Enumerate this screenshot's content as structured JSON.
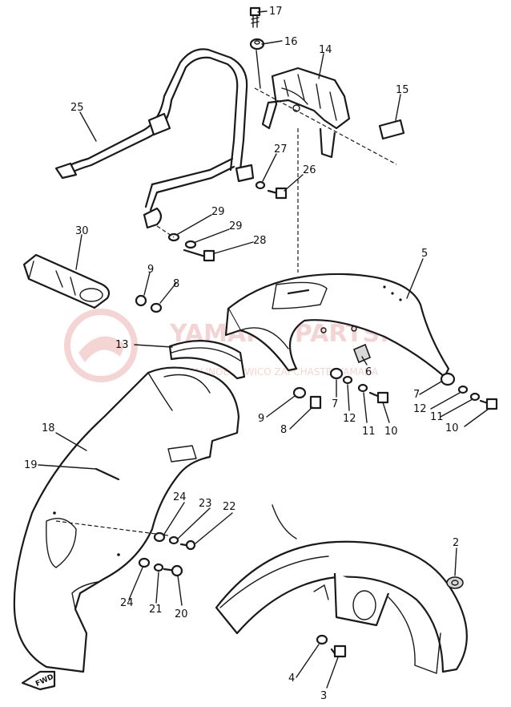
{
  "diagram": {
    "callouts": [
      {
        "id": "17",
        "label": "17"
      },
      {
        "id": "16",
        "label": "16"
      },
      {
        "id": "14",
        "label": "14"
      },
      {
        "id": "15",
        "label": "15"
      },
      {
        "id": "25",
        "label": "25"
      },
      {
        "id": "27",
        "label": "27"
      },
      {
        "id": "26",
        "label": "26"
      },
      {
        "id": "30",
        "label": "30"
      },
      {
        "id": "29a",
        "label": "29"
      },
      {
        "id": "29b",
        "label": "29"
      },
      {
        "id": "28",
        "label": "28"
      },
      {
        "id": "5",
        "label": "5"
      },
      {
        "id": "9a",
        "label": "9"
      },
      {
        "id": "8a",
        "label": "8"
      },
      {
        "id": "13",
        "label": "13"
      },
      {
        "id": "6",
        "label": "6"
      },
      {
        "id": "7a",
        "label": "7"
      },
      {
        "id": "12a",
        "label": "12"
      },
      {
        "id": "11a",
        "label": "11"
      },
      {
        "id": "10a",
        "label": "10"
      },
      {
        "id": "7b",
        "label": "7"
      },
      {
        "id": "12b",
        "label": "12"
      },
      {
        "id": "11b",
        "label": "11"
      },
      {
        "id": "10b",
        "label": "10"
      },
      {
        "id": "9b",
        "label": "9"
      },
      {
        "id": "8b",
        "label": "8"
      },
      {
        "id": "18",
        "label": "18"
      },
      {
        "id": "19",
        "label": "19"
      },
      {
        "id": "24a",
        "label": "24"
      },
      {
        "id": "23",
        "label": "23"
      },
      {
        "id": "22",
        "label": "22"
      },
      {
        "id": "24b",
        "label": "24"
      },
      {
        "id": "21",
        "label": "21"
      },
      {
        "id": "20",
        "label": "20"
      },
      {
        "id": "2",
        "label": "2"
      },
      {
        "id": "4",
        "label": "4"
      },
      {
        "id": "3",
        "label": "3"
      }
    ],
    "fwd_marker": "FWD"
  },
  "watermark": {
    "brand": "YAMAHA-PARTS.RU",
    "tagline": "OFICIAL'NOE LOWICO ZAPCHASTEJ YAMAHA"
  },
  "colors": {
    "line": "#1a1a1a",
    "watermark": "#e8a0a0"
  }
}
